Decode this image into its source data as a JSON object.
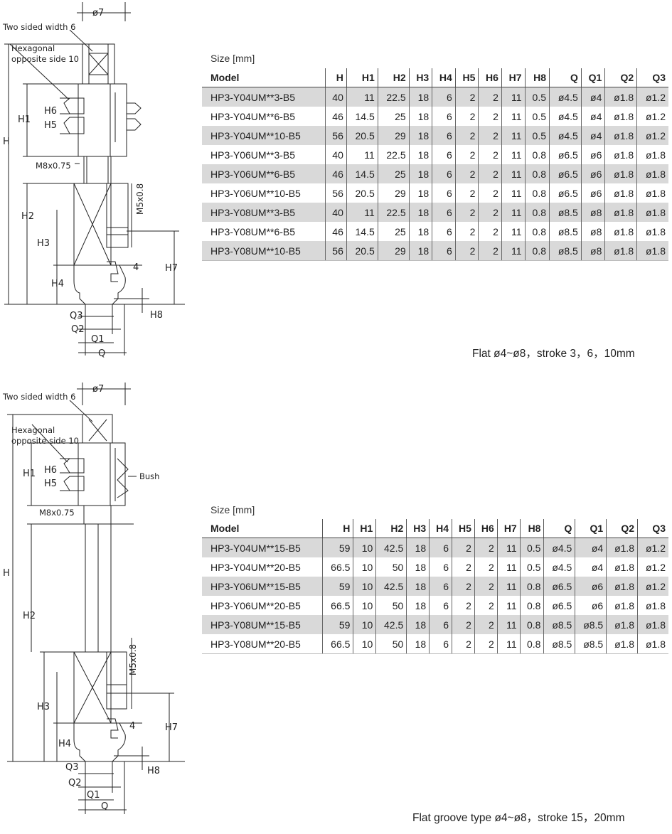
{
  "sections": [
    {
      "size_label": "Size [mm]",
      "headers": [
        "Model",
        "H",
        "H1",
        "H2",
        "H3",
        "H4",
        "H5",
        "H6",
        "H7",
        "H8",
        "Q",
        "Q1",
        "Q2",
        "Q3"
      ],
      "rows": [
        [
          "HP3-Y04UM**3-B5",
          "40",
          "11",
          "22.5",
          "18",
          "6",
          "2",
          "2",
          "11",
          "0.5",
          "ø4.5",
          "ø4",
          "ø1.8",
          "ø1.2"
        ],
        [
          "HP3-Y04UM**6-B5",
          "46",
          "14.5",
          "25",
          "18",
          "6",
          "2",
          "2",
          "11",
          "0.5",
          "ø4.5",
          "ø4",
          "ø1.8",
          "ø1.2"
        ],
        [
          "HP3-Y04UM**10-B5",
          "56",
          "20.5",
          "29",
          "18",
          "6",
          "2",
          "2",
          "11",
          "0.5",
          "ø4.5",
          "ø4",
          "ø1.8",
          "ø1.2"
        ],
        [
          "HP3-Y06UM**3-B5",
          "40",
          "11",
          "22.5",
          "18",
          "6",
          "2",
          "2",
          "11",
          "0.8",
          "ø6.5",
          "ø6",
          "ø1.8",
          "ø1.8"
        ],
        [
          "HP3-Y06UM**6-B5",
          "46",
          "14.5",
          "25",
          "18",
          "6",
          "2",
          "2",
          "11",
          "0.8",
          "ø6.5",
          "ø6",
          "ø1.8",
          "ø1.8"
        ],
        [
          "HP3-Y06UM**10-B5",
          "56",
          "20.5",
          "29",
          "18",
          "6",
          "2",
          "2",
          "11",
          "0.8",
          "ø6.5",
          "ø6",
          "ø1.8",
          "ø1.8"
        ],
        [
          "HP3-Y08UM**3-B5",
          "40",
          "11",
          "22.5",
          "18",
          "6",
          "2",
          "2",
          "11",
          "0.8",
          "ø8.5",
          "ø8",
          "ø1.8",
          "ø1.8"
        ],
        [
          "HP3-Y08UM**6-B5",
          "46",
          "14.5",
          "25",
          "18",
          "6",
          "2",
          "2",
          "11",
          "0.8",
          "ø8.5",
          "ø8",
          "ø1.8",
          "ø1.8"
        ],
        [
          "HP3-Y08UM**10-B5",
          "56",
          "20.5",
          "29",
          "18",
          "6",
          "2",
          "2",
          "11",
          "0.8",
          "ø8.5",
          "ø8",
          "ø1.8",
          "ø1.8"
        ]
      ],
      "caption": "Flat ø4~ø8，stroke 3，6，10mm",
      "drawing": {
        "dia": "ø7",
        "two_sided": "Two sided width 6",
        "hex1": "Hexagonal",
        "hex2": "opposite side 10",
        "H": "H",
        "H1": "H1",
        "H2": "H2",
        "H3": "H3",
        "H4": "H4",
        "H5": "H5",
        "H6": "H6",
        "H7": "H7",
        "H8": "H8",
        "M8": "M8x0.75",
        "M5": "M5x0.8",
        "four": "4",
        "Q": "Q",
        "Q1": "Q1",
        "Q2": "Q2",
        "Q3": "Q3"
      }
    },
    {
      "size_label": "Size [mm]",
      "headers": [
        "Model",
        "H",
        "H1",
        "H2",
        "H3",
        "H4",
        "H5",
        "H6",
        "H7",
        "H8",
        "Q",
        "Q1",
        "Q2",
        "Q3"
      ],
      "rows": [
        [
          "HP3-Y04UM**15-B5",
          "59",
          "10",
          "42.5",
          "18",
          "6",
          "2",
          "2",
          "11",
          "0.5",
          "ø4.5",
          "ø4",
          "ø1.8",
          "ø1.2"
        ],
        [
          "HP3-Y04UM**20-B5",
          "66.5",
          "10",
          "50",
          "18",
          "6",
          "2",
          "2",
          "11",
          "0.5",
          "ø4.5",
          "ø4",
          "ø1.8",
          "ø1.2"
        ],
        [
          "HP3-Y06UM**15-B5",
          "59",
          "10",
          "42.5",
          "18",
          "6",
          "2",
          "2",
          "11",
          "0.8",
          "ø6.5",
          "ø6",
          "ø1.8",
          "ø1.2"
        ],
        [
          "HP3-Y06UM**20-B5",
          "66.5",
          "10",
          "50",
          "18",
          "6",
          "2",
          "2",
          "11",
          "0.8",
          "ø6.5",
          "ø6",
          "ø1.8",
          "ø1.8"
        ],
        [
          "HP3-Y08UM**15-B5",
          "59",
          "10",
          "42.5",
          "18",
          "6",
          "2",
          "2",
          "11",
          "0.8",
          "ø8.5",
          "ø8.5",
          "ø1.8",
          "ø1.8"
        ],
        [
          "HP3-Y08UM**20-B5",
          "66.5",
          "10",
          "50",
          "18",
          "6",
          "2",
          "2",
          "11",
          "0.8",
          "ø8.5",
          "ø8.5",
          "ø1.8",
          "ø1.8"
        ]
      ],
      "caption": "Flat groove type ø4~ø8，stroke 15，20mm",
      "drawing": {
        "dia": "ø7",
        "two_sided": "Two sided width 6",
        "hex1": "Hexagonal",
        "hex2": "opposite side 10",
        "bush": "Bush",
        "H": "H",
        "H1": "H1",
        "H2": "H2",
        "H3": "H3",
        "H4": "H4",
        "H5": "H5",
        "H6": "H6",
        "H7": "H7",
        "H8": "H8",
        "M8": "M8x0.75",
        "M5": "M5x0.8",
        "four": "4",
        "Q": "Q",
        "Q1": "Q1",
        "Q2": "Q2",
        "Q3": "Q3"
      }
    }
  ]
}
